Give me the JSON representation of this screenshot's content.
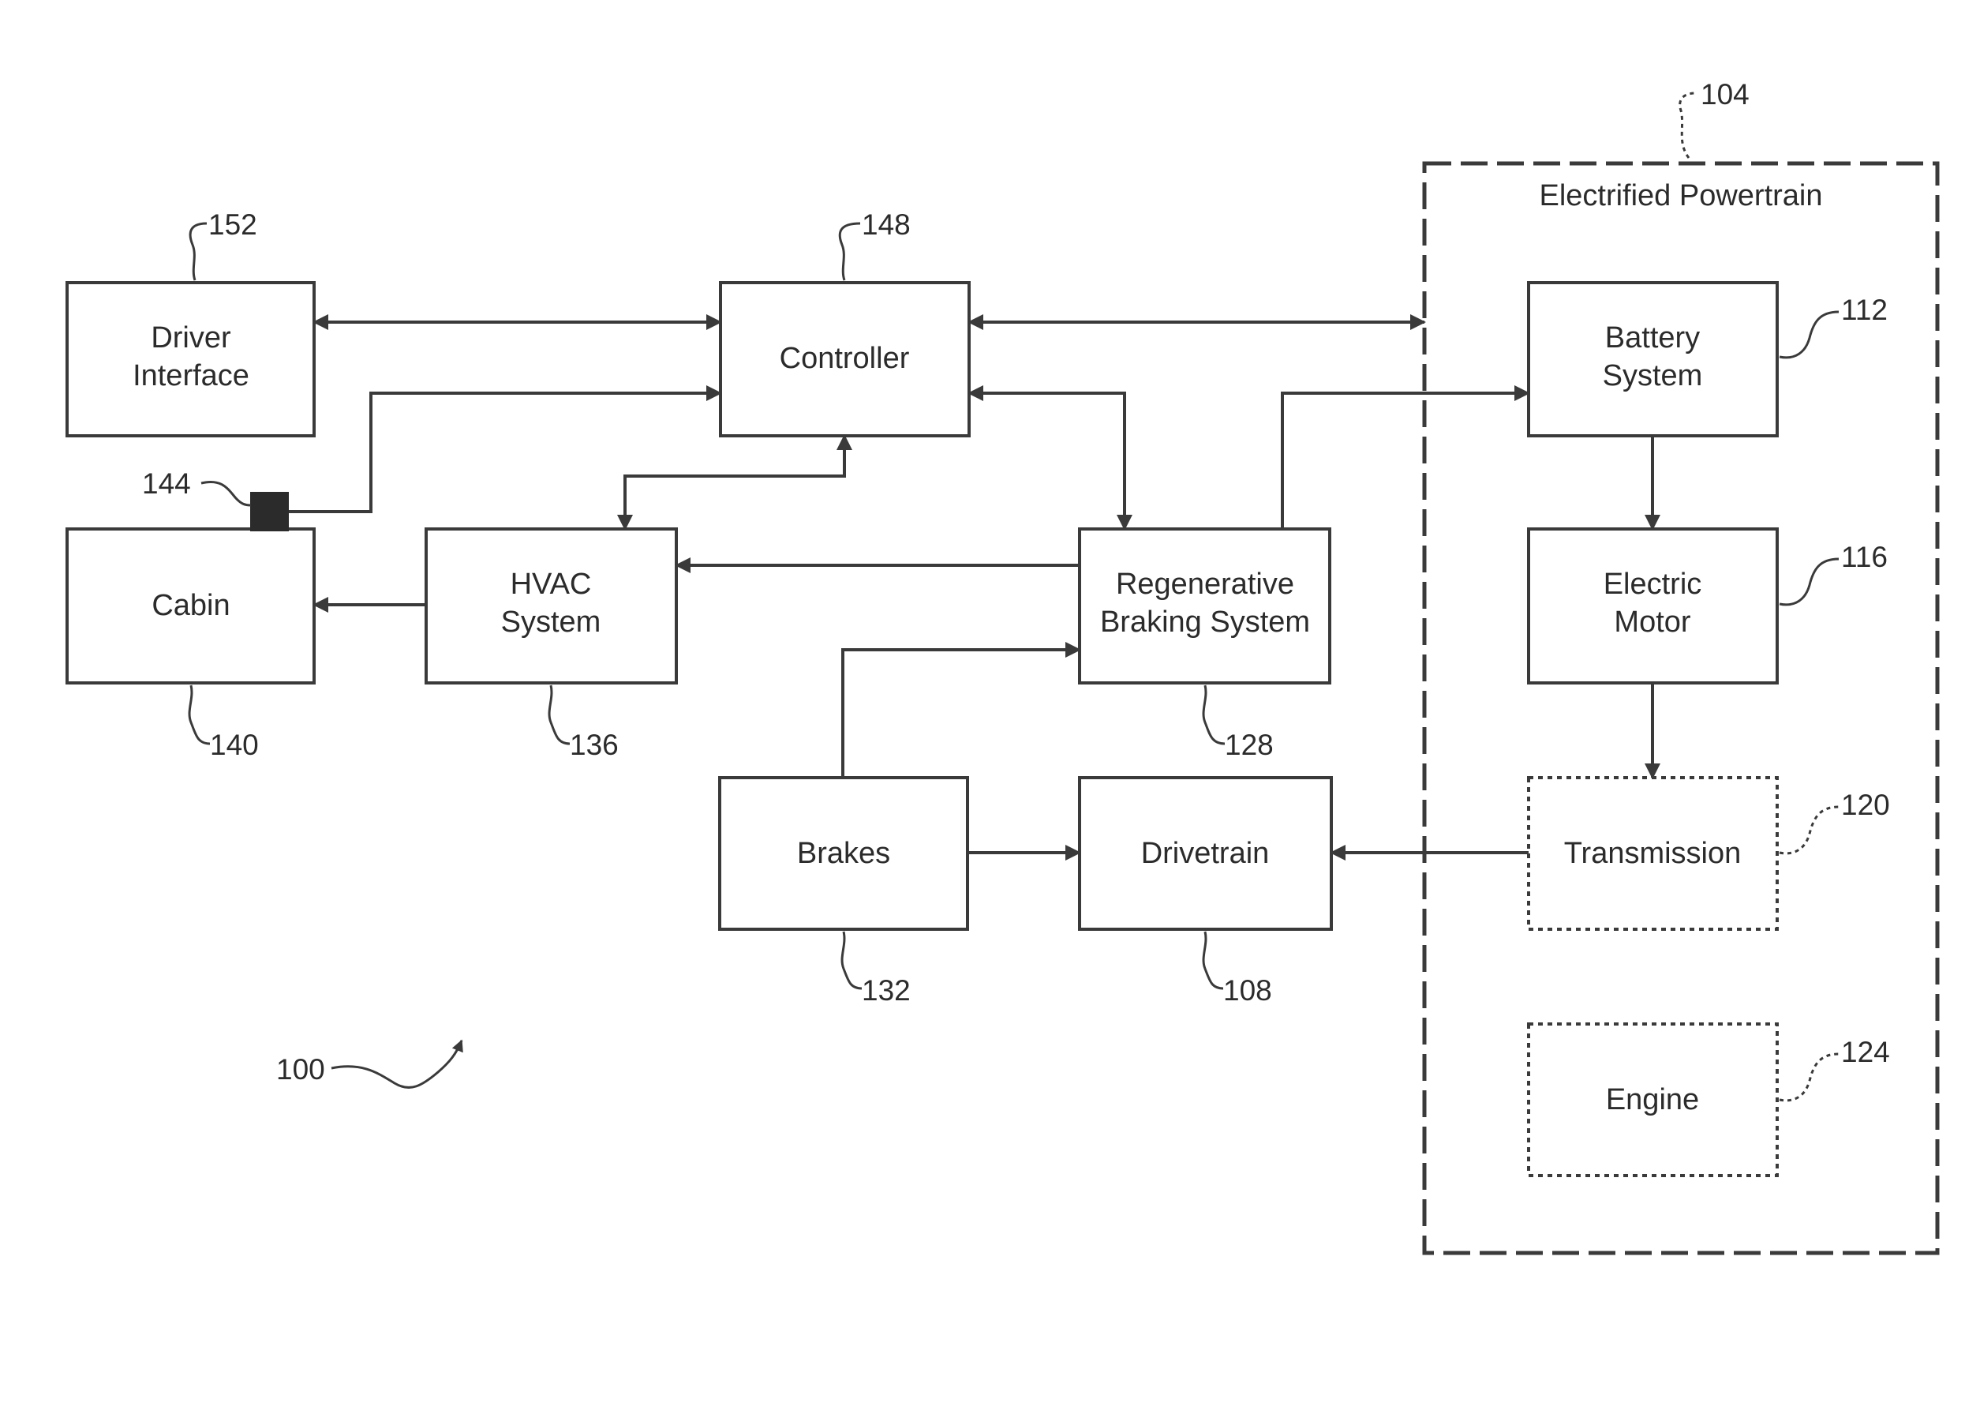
{
  "group": {
    "title": "Electrified Powertrain",
    "ref": "104"
  },
  "figure_ref": "100",
  "blocks": {
    "driver_interface": {
      "lines": [
        "Driver",
        "Interface"
      ],
      "ref": "152"
    },
    "controller": {
      "lines": [
        "Controller"
      ],
      "ref": "148"
    },
    "cabin": {
      "lines": [
        "Cabin"
      ],
      "ref": "140"
    },
    "hvac": {
      "lines": [
        "HVAC",
        "System"
      ],
      "ref": "136"
    },
    "regen": {
      "lines": [
        "Regenerative",
        "Braking System"
      ],
      "ref": "128"
    },
    "brakes": {
      "lines": [
        "Brakes"
      ],
      "ref": "132"
    },
    "drivetrain": {
      "lines": [
        "Drivetrain"
      ],
      "ref": "108"
    },
    "battery": {
      "lines": [
        "Battery",
        "System"
      ],
      "ref": "112"
    },
    "motor": {
      "lines": [
        "Electric",
        "Motor"
      ],
      "ref": "116"
    },
    "transmission": {
      "lines": [
        "Transmission"
      ],
      "ref": "120"
    },
    "engine": {
      "lines": [
        "Engine"
      ],
      "ref": "124"
    }
  },
  "sensor": {
    "ref": "144"
  }
}
